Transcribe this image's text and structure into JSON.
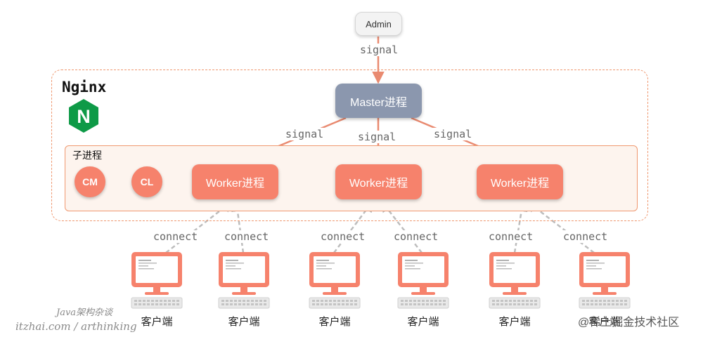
{
  "admin": {
    "label": "Admin"
  },
  "nginx": {
    "title": "Nginx",
    "logo_letter": "N",
    "logo_color": "#0e9a47"
  },
  "master": {
    "label": "Master进程"
  },
  "child_group": {
    "label": "子进程"
  },
  "helpers": [
    {
      "label": "CM"
    },
    {
      "label": "CL"
    }
  ],
  "workers": [
    {
      "label": "Worker进程"
    },
    {
      "label": "Worker进程"
    },
    {
      "label": "Worker进程"
    }
  ],
  "edges": {
    "admin_to_master": "signal",
    "master_to_workers": [
      "signal",
      "signal",
      "signal"
    ],
    "client_connect": [
      "connect",
      "connect",
      "connect",
      "connect",
      "connect",
      "connect"
    ]
  },
  "clients": [
    {
      "label": "客户端"
    },
    {
      "label": "客户端"
    },
    {
      "label": "客户端"
    },
    {
      "label": "客户端"
    },
    {
      "label": "客户端"
    },
    {
      "label": "客户端"
    }
  ],
  "watermarks": {
    "line1": "Java架构杂谈",
    "line2": "itzhai.com / arthinking",
    "site": "@稀土掘金技术社区"
  },
  "colors": {
    "accent": "#f6826c",
    "master": "#8b97ae",
    "border": "#ef9870",
    "arrow": "#e98a70",
    "connect": "#bdbdbd"
  }
}
